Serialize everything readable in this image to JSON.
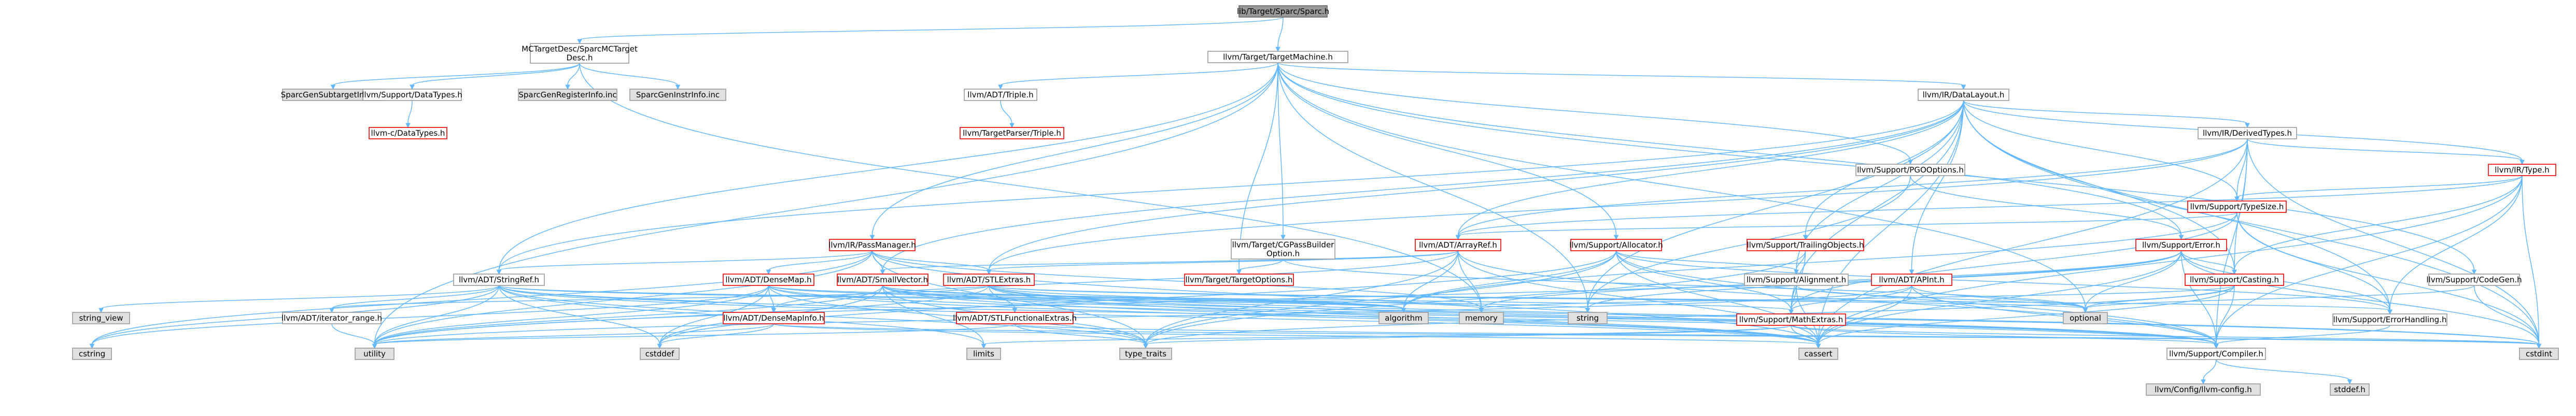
{
  "colors": {
    "edge": "#63b8ff",
    "root_fill": "#999999",
    "system_fill": "#e0e0e0",
    "unresolved_border": "#e60000"
  },
  "nodes": [
    {
      "id": "root",
      "kind": "root",
      "lines": [
        "lib/Target/Sparc/Sparc.h"
      ]
    },
    {
      "id": "mctargetdesc",
      "kind": "plain",
      "lines": [
        "MCTargetDesc/SparcMCTarget",
        "Desc.h"
      ]
    },
    {
      "id": "targetmachine",
      "kind": "plain",
      "lines": [
        "llvm/Target/TargetMachine.h"
      ]
    },
    {
      "id": "subtargetinfo",
      "kind": "sys",
      "lines": [
        "SparcGenSubtargetInfo.inc"
      ]
    },
    {
      "id": "datatypes_h",
      "kind": "plain",
      "lines": [
        "llvm/Support/DataTypes.h"
      ]
    },
    {
      "id": "registerinfo",
      "kind": "sys",
      "lines": [
        "SparcGenRegisterInfo.inc"
      ]
    },
    {
      "id": "instrinfo",
      "kind": "sys",
      "lines": [
        "SparcGenInstrInfo.inc"
      ]
    },
    {
      "id": "config_datatypes",
      "kind": "red",
      "lines": [
        "llvm-c/DataTypes.h"
      ]
    },
    {
      "id": "triple",
      "kind": "plain",
      "lines": [
        "llvm/ADT/Triple.h"
      ]
    },
    {
      "id": "targetparser_triple",
      "kind": "red",
      "lines": [
        "llvm/TargetParser/Triple.h"
      ]
    },
    {
      "id": "datalayout",
      "kind": "plain",
      "lines": [
        "llvm/IR/DataLayout.h"
      ]
    },
    {
      "id": "derivedtypes",
      "kind": "plain",
      "lines": [
        "llvm/IR/DerivedTypes.h"
      ]
    },
    {
      "id": "pgooptions",
      "kind": "plain",
      "lines": [
        "llvm/Support/PGOOptions.h"
      ]
    },
    {
      "id": "ir_type",
      "kind": "red",
      "lines": [
        "llvm/IR/Type.h"
      ]
    },
    {
      "id": "typesize",
      "kind": "red",
      "lines": [
        "llvm/Support/TypeSize.h"
      ]
    },
    {
      "id": "passmanager",
      "kind": "red",
      "lines": [
        "llvm/IR/PassManager.h"
      ]
    },
    {
      "id": "cgpassbuilder",
      "kind": "plain",
      "lines": [
        "llvm/Target/CGPassBuilder",
        "Option.h"
      ]
    },
    {
      "id": "arrayref",
      "kind": "red",
      "lines": [
        "llvm/ADT/ArrayRef.h"
      ]
    },
    {
      "id": "allocator",
      "kind": "red",
      "lines": [
        "llvm/Support/Allocator.h"
      ]
    },
    {
      "id": "trailingobjects",
      "kind": "red",
      "lines": [
        "llvm/Support/TrailingObjects.h"
      ]
    },
    {
      "id": "error",
      "kind": "red",
      "lines": [
        "llvm/Support/Error.h"
      ]
    },
    {
      "id": "codegen",
      "kind": "plain",
      "lines": [
        "llvm/Support/CodeGen.h"
      ]
    },
    {
      "id": "stringref",
      "kind": "plain",
      "lines": [
        "llvm/ADT/StringRef.h"
      ]
    },
    {
      "id": "densemap",
      "kind": "red",
      "lines": [
        "llvm/ADT/DenseMap.h"
      ]
    },
    {
      "id": "smallvector",
      "kind": "red",
      "lines": [
        "llvm/ADT/SmallVector.h"
      ]
    },
    {
      "id": "stlextras",
      "kind": "red",
      "lines": [
        "llvm/ADT/STLExtras.h"
      ]
    },
    {
      "id": "targetoptions",
      "kind": "red",
      "lines": [
        "llvm/Target/TargetOptions.h"
      ]
    },
    {
      "id": "alignment",
      "kind": "plain",
      "lines": [
        "llvm/Support/Alignment.h"
      ]
    },
    {
      "id": "apint",
      "kind": "red",
      "lines": [
        "llvm/ADT/APInt.h"
      ]
    },
    {
      "id": "casting",
      "kind": "red",
      "lines": [
        "llvm/Support/Casting.h"
      ]
    },
    {
      "id": "string_view",
      "kind": "sys",
      "lines": [
        "string_view"
      ]
    },
    {
      "id": "iterator_range",
      "kind": "plain",
      "lines": [
        "llvm/ADT/iterator_range.h"
      ]
    },
    {
      "id": "densemapinfo",
      "kind": "red",
      "lines": [
        "llvm/ADT/DenseMapInfo.h"
      ]
    },
    {
      "id": "stlfunctional",
      "kind": "red",
      "lines": [
        "llvm/ADT/STLFunctionalExtras.h"
      ]
    },
    {
      "id": "algorithm",
      "kind": "sys",
      "lines": [
        "algorithm"
      ]
    },
    {
      "id": "memory",
      "kind": "sys",
      "lines": [
        "memory"
      ]
    },
    {
      "id": "string",
      "kind": "sys",
      "lines": [
        "string"
      ]
    },
    {
      "id": "mathextras",
      "kind": "red",
      "lines": [
        "llvm/Support/MathExtras.h"
      ]
    },
    {
      "id": "optional",
      "kind": "sys",
      "lines": [
        "optional"
      ]
    },
    {
      "id": "errorhandling",
      "kind": "plain",
      "lines": [
        "llvm/Support/ErrorHandling.h"
      ]
    },
    {
      "id": "cstring",
      "kind": "sys",
      "lines": [
        "cstring"
      ]
    },
    {
      "id": "utility",
      "kind": "sys",
      "lines": [
        "utility"
      ]
    },
    {
      "id": "cstddef",
      "kind": "sys",
      "lines": [
        "cstddef"
      ]
    },
    {
      "id": "limits",
      "kind": "sys",
      "lines": [
        "limits"
      ]
    },
    {
      "id": "type_traits",
      "kind": "sys",
      "lines": [
        "type_traits"
      ]
    },
    {
      "id": "cassert",
      "kind": "sys",
      "lines": [
        "cassert"
      ]
    },
    {
      "id": "cstdint",
      "kind": "sys",
      "lines": [
        "cstdint"
      ]
    },
    {
      "id": "compiler",
      "kind": "plain",
      "lines": [
        "llvm/Support/Compiler.h"
      ]
    },
    {
      "id": "llvm_config",
      "kind": "sys",
      "lines": [
        "llvm/Config/llvm-config.h"
      ]
    },
    {
      "id": "stddef",
      "kind": "sys",
      "lines": [
        "stddef.h"
      ]
    }
  ],
  "edges": [
    [
      "root",
      "mctargetdesc"
    ],
    [
      "root",
      "targetmachine"
    ],
    [
      "mctargetdesc",
      "subtargetinfo"
    ],
    [
      "mctargetdesc",
      "datatypes_h"
    ],
    [
      "mctargetdesc",
      "registerinfo"
    ],
    [
      "mctargetdesc",
      "instrinfo"
    ],
    [
      "mctargetdesc",
      "memory"
    ],
    [
      "datatypes_h",
      "config_datatypes"
    ],
    [
      "targetmachine",
      "triple"
    ],
    [
      "targetmachine",
      "datalayout"
    ],
    [
      "targetmachine",
      "pgooptions"
    ],
    [
      "targetmachine",
      "passmanager"
    ],
    [
      "targetmachine",
      "cgpassbuilder"
    ],
    [
      "targetmachine",
      "allocator"
    ],
    [
      "targetmachine",
      "error"
    ],
    [
      "targetmachine",
      "codegen"
    ],
    [
      "targetmachine",
      "stringref"
    ],
    [
      "targetmachine",
      "targetoptions"
    ],
    [
      "targetmachine",
      "optional"
    ],
    [
      "targetmachine",
      "string"
    ],
    [
      "targetmachine",
      "utility"
    ],
    [
      "triple",
      "targetparser_triple"
    ],
    [
      "datalayout",
      "derivedtypes"
    ],
    [
      "datalayout",
      "ir_type"
    ],
    [
      "datalayout",
      "typesize"
    ],
    [
      "datalayout",
      "arrayref"
    ],
    [
      "datalayout",
      "trailingobjects"
    ],
    [
      "datalayout",
      "alignment"
    ],
    [
      "datalayout",
      "apint"
    ],
    [
      "datalayout",
      "mathextras"
    ],
    [
      "datalayout",
      "stringref"
    ],
    [
      "datalayout",
      "smallvector"
    ],
    [
      "datalayout",
      "stlextras"
    ],
    [
      "datalayout",
      "casting"
    ],
    [
      "datalayout",
      "errorhandling"
    ],
    [
      "datalayout",
      "cassert"
    ],
    [
      "datalayout",
      "cstdint"
    ],
    [
      "datalayout",
      "string"
    ],
    [
      "derivedtypes",
      "ir_type"
    ],
    [
      "derivedtypes",
      "typesize"
    ],
    [
      "derivedtypes",
      "arrayref"
    ],
    [
      "derivedtypes",
      "stlextras"
    ],
    [
      "derivedtypes",
      "casting"
    ],
    [
      "derivedtypes",
      "compiler"
    ],
    [
      "derivedtypes",
      "cassert"
    ],
    [
      "derivedtypes",
      "cstdint"
    ],
    [
      "pgooptions",
      "error"
    ],
    [
      "pgooptions",
      "string"
    ],
    [
      "ir_type",
      "typesize"
    ],
    [
      "ir_type",
      "arrayref"
    ],
    [
      "ir_type",
      "casting"
    ],
    [
      "ir_type",
      "compiler"
    ],
    [
      "ir_type",
      "errorhandling"
    ],
    [
      "ir_type",
      "cassert"
    ],
    [
      "ir_type",
      "cstdint"
    ],
    [
      "typesize",
      "mathextras"
    ],
    [
      "typesize",
      "arrayref"
    ],
    [
      "typesize",
      "errorhandling"
    ],
    [
      "typesize",
      "algorithm"
    ],
    [
      "typesize",
      "cstdint"
    ],
    [
      "passmanager",
      "stringref"
    ],
    [
      "passmanager",
      "densemap"
    ],
    [
      "passmanager",
      "smallvector"
    ],
    [
      "passmanager",
      "stlextras"
    ],
    [
      "passmanager",
      "type_traits"
    ],
    [
      "passmanager",
      "utility"
    ],
    [
      "passmanager",
      "memory"
    ],
    [
      "passmanager",
      "cstring"
    ],
    [
      "passmanager",
      "cassert"
    ],
    [
      "cgpassbuilder",
      "targetoptions"
    ],
    [
      "cgpassbuilder",
      "optional"
    ],
    [
      "arrayref",
      "densemapinfo"
    ],
    [
      "arrayref",
      "smallvector"
    ],
    [
      "arrayref",
      "stlextras"
    ],
    [
      "arrayref",
      "compiler"
    ],
    [
      "arrayref",
      "algorithm"
    ],
    [
      "arrayref",
      "memory"
    ],
    [
      "arrayref",
      "type_traits"
    ],
    [
      "arrayref",
      "cassert"
    ],
    [
      "allocator",
      "alignment"
    ],
    [
      "allocator",
      "mathextras"
    ],
    [
      "allocator",
      "compiler"
    ],
    [
      "allocator",
      "errorhandling"
    ],
    [
      "allocator",
      "algorithm"
    ],
    [
      "allocator",
      "cassert"
    ],
    [
      "allocator",
      "cstddef"
    ],
    [
      "allocator",
      "type_traits"
    ],
    [
      "trailingobjects",
      "alignment"
    ],
    [
      "trailingobjects",
      "mathextras"
    ],
    [
      "trailingobjects",
      "type_traits"
    ],
    [
      "error",
      "casting"
    ],
    [
      "error",
      "compiler"
    ],
    [
      "error",
      "errorhandling"
    ],
    [
      "error",
      "cassert"
    ],
    [
      "error",
      "cstdint"
    ],
    [
      "error",
      "memory"
    ],
    [
      "error",
      "optional"
    ],
    [
      "error",
      "string"
    ],
    [
      "error",
      "utility"
    ],
    [
      "codegen",
      "optional"
    ],
    [
      "codegen",
      "cstdint"
    ],
    [
      "stringref",
      "densemapinfo"
    ],
    [
      "stringref",
      "iterator_range"
    ],
    [
      "stringref",
      "compiler"
    ],
    [
      "stringref",
      "string_view"
    ],
    [
      "stringref",
      "algorithm"
    ],
    [
      "stringref",
      "cassert"
    ],
    [
      "stringref",
      "cstddef"
    ],
    [
      "stringref",
      "cstring"
    ],
    [
      "stringref",
      "limits"
    ],
    [
      "stringref",
      "string"
    ],
    [
      "stringref",
      "type_traits"
    ],
    [
      "stringref",
      "utility"
    ],
    [
      "densemap",
      "densemapinfo"
    ],
    [
      "densemap",
      "mathextras"
    ],
    [
      "densemap",
      "compiler"
    ],
    [
      "densemap",
      "algorithm"
    ],
    [
      "densemap",
      "cassert"
    ],
    [
      "densemap",
      "cstddef"
    ],
    [
      "densemap",
      "cstring"
    ],
    [
      "densemap",
      "type_traits"
    ],
    [
      "densemap",
      "utility"
    ],
    [
      "smallvector",
      "compiler"
    ],
    [
      "smallvector",
      "type_traits"
    ],
    [
      "smallvector",
      "memory"
    ],
    [
      "smallvector",
      "algorithm"
    ],
    [
      "smallvector",
      "cassert"
    ],
    [
      "smallvector",
      "cstddef"
    ],
    [
      "smallvector",
      "cstdint"
    ],
    [
      "smallvector",
      "limits"
    ],
    [
      "smallvector",
      "utility"
    ],
    [
      "stlextras",
      "stlfunctional"
    ],
    [
      "stlextras",
      "iterator_range"
    ],
    [
      "stlextras",
      "compiler"
    ],
    [
      "stlextras",
      "errorhandling"
    ],
    [
      "stlextras",
      "algorithm"
    ],
    [
      "stlextras",
      "cassert"
    ],
    [
      "stlextras",
      "cstdint"
    ],
    [
      "stlextras",
      "utility"
    ],
    [
      "stlextras",
      "optional"
    ],
    [
      "alignment",
      "mathextras"
    ],
    [
      "alignment",
      "cassert"
    ],
    [
      "alignment",
      "optional"
    ],
    [
      "apint",
      "mathextras"
    ],
    [
      "apint",
      "compiler"
    ],
    [
      "apint",
      "cassert"
    ],
    [
      "apint",
      "optional"
    ],
    [
      "apint",
      "utility"
    ],
    [
      "casting",
      "compiler"
    ],
    [
      "casting",
      "cassert"
    ],
    [
      "casting",
      "memory"
    ],
    [
      "casting",
      "optional"
    ],
    [
      "casting",
      "type_traits"
    ],
    [
      "densemapinfo",
      "cassert"
    ],
    [
      "densemapinfo",
      "cstddef"
    ],
    [
      "densemapinfo",
      "cstdint"
    ],
    [
      "densemapinfo",
      "utility"
    ],
    [
      "stlfunctional",
      "cstdint"
    ],
    [
      "stlfunctional",
      "type_traits"
    ],
    [
      "stlfunctional",
      "utility"
    ],
    [
      "iterator_range",
      "utility"
    ],
    [
      "mathextras",
      "compiler"
    ],
    [
      "mathextras",
      "cassert"
    ],
    [
      "mathextras",
      "limits"
    ],
    [
      "mathextras",
      "type_traits"
    ],
    [
      "mathextras",
      "cstdint"
    ],
    [
      "errorhandling",
      "compiler"
    ],
    [
      "compiler",
      "llvm_config"
    ],
    [
      "compiler",
      "stddef"
    ]
  ]
}
